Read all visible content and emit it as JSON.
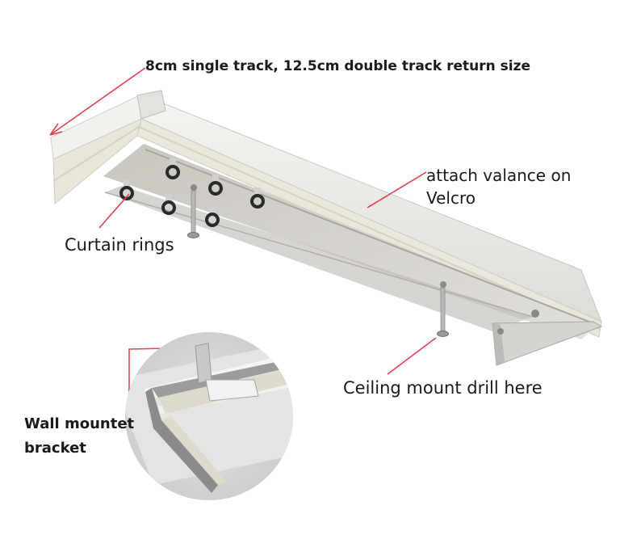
{
  "annotations": {
    "return_size": "8cm single track, 12.5cm double track return size",
    "valance_line1": "attach valance on",
    "valance_line2": "Velcro",
    "curtain_rings": "Curtain rings",
    "ceiling_mount": "Ceiling mount drill here",
    "wall_bracket_line1": "Wall mountet",
    "wall_bracket_line2": "bracket"
  },
  "colors": {
    "pointer_line": "#e0424e",
    "rail_body": "#eeeeea",
    "rail_shadow": "#cfcfcb",
    "velcro_band": "#e6e4d8",
    "ring_dark": "#2a2a2a",
    "inset_background": "#d9d9d9"
  }
}
